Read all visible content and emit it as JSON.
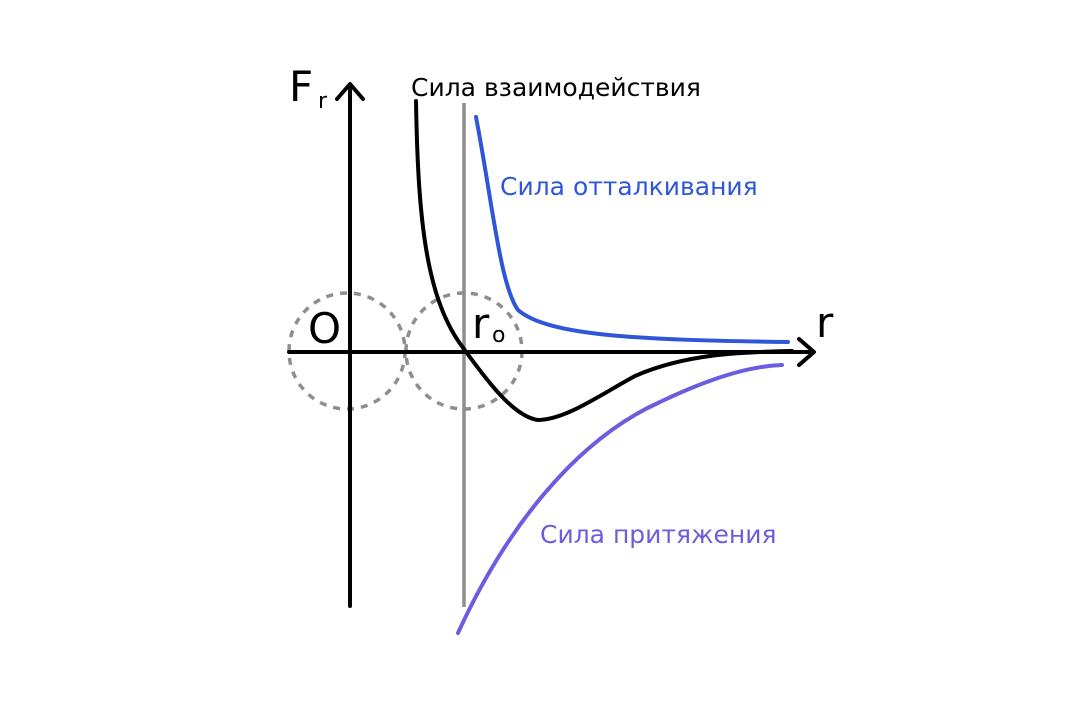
{
  "labels": {
    "y_axis_main": "F",
    "y_axis_sub": "r",
    "x_axis": "r",
    "origin": "O",
    "equilibrium_main": "r",
    "equilibrium_sub": "o"
  },
  "curves": {
    "interaction": {
      "label": "Сила взаимодействия",
      "color": "#000000"
    },
    "repulsion": {
      "label": "Сила отталкивания",
      "color": "#2f56d9"
    },
    "attraction": {
      "label": "Сила притяжения",
      "color": "#6b5ce0"
    }
  },
  "colors": {
    "axis": "#000000",
    "equilibrium_line": "#8e8e8e",
    "molecule_outline": "#8e8e8e"
  }
}
